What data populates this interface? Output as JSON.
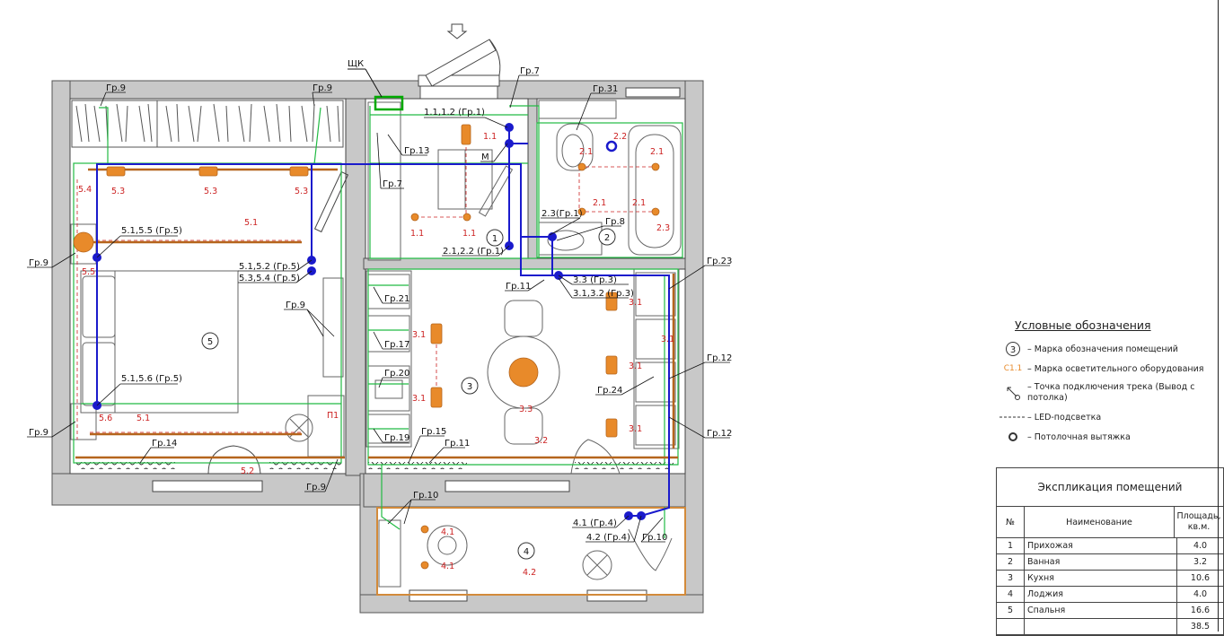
{
  "panel_label": "ЩК",
  "rooms": [
    {
      "num": "1",
      "name": "Прихожая",
      "area": "4.0"
    },
    {
      "num": "2",
      "name": "Ванная",
      "area": "3.2"
    },
    {
      "num": "3",
      "name": "Кухня",
      "area": "10.6"
    },
    {
      "num": "4",
      "name": "Лоджия",
      "area": "4.0"
    },
    {
      "num": "5",
      "name": "Спальня",
      "area": "16.6"
    }
  ],
  "total_area": "38.5",
  "table": {
    "title": "Экспликация помещений",
    "col_num": "№",
    "col_name": "Наименование",
    "col_area": "Площадь, кв.м."
  },
  "legend": {
    "title": "Условные обозначения",
    "items": [
      {
        "symbol": "3",
        "text": "– Марка обозначения помещений"
      },
      {
        "symbol": "С1.1",
        "text": "– Марка осветительного оборудования"
      },
      {
        "symbol": "track",
        "text": "– Точка подключения трека (Вывод с потолка)"
      },
      {
        "symbol": "dash",
        "text": "– LED-подсветка"
      },
      {
        "symbol": "vent",
        "text": "– Потолочная вытяжка"
      }
    ]
  },
  "group_labels": [
    "Гр.9",
    "Гр.9",
    "Гр.9",
    "Гр.9",
    "Гр.9",
    "Гр.9",
    "Гр.7",
    "Гр.7",
    "Гр.13",
    "Гр.31",
    "Гр.8",
    "Гр.23",
    "Гр.21",
    "Гр.17",
    "Гр.20",
    "Гр.19",
    "Гр.11",
    "Гр.11",
    "Гр.15",
    "Гр.12",
    "Гр.12",
    "Гр.24",
    "Гр.14",
    "Гр.10",
    "Гр.10"
  ],
  "circuit_labels": [
    "1.1,1.2 (Гр.1)",
    "М",
    "2.3(Гр.1)",
    "2.1,2.2 (Гр.1)",
    "5.1,5.5 (Гр.5)",
    "5.1,5.2 (Гр.5)",
    "5.3,5.4 (Гр.5)",
    "5.1,5.6 (Гр.5)",
    "3.3 (Гр.3)",
    "3.1,3.2 (Гр.3)",
    "4.1 (Гр.4)",
    "4.2 (Гр.4)"
  ],
  "fixture_labels": [
    "5.3",
    "5.3",
    "5.3",
    "5.4",
    "5.1",
    "5.5",
    "5.6",
    "5.1",
    "5.2",
    "1.1",
    "1.1",
    "1.1",
    "2.1",
    "2.2",
    "2.1",
    "2.1",
    "2.1",
    "2.3",
    "3.1",
    "3.1",
    "3.1",
    "3.1",
    "3.1",
    "3.1",
    "3.3",
    "3.2",
    "4.1",
    "4.1",
    "4.2",
    "П1"
  ],
  "colors": {
    "wall": "#cccccc",
    "wire_blue": "#1a1acc",
    "wire_green": "#22bb44",
    "fixture": "#e88a2a",
    "red_text": "#cc2222",
    "panel": "#00aa00"
  }
}
